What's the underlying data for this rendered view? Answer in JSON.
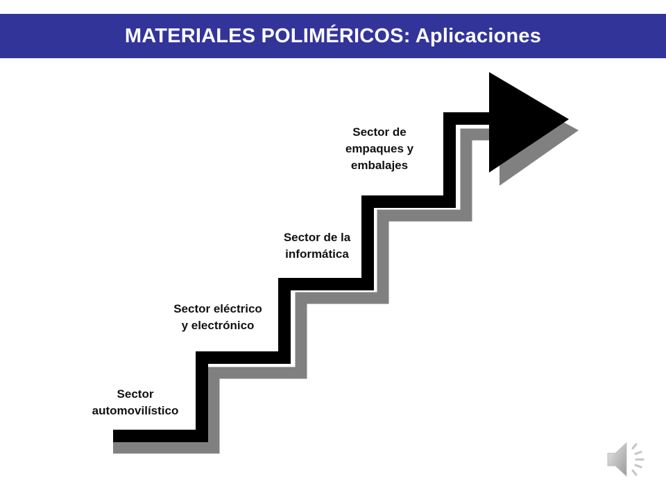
{
  "slide": {
    "title": "MATERIALES POLIMÉRICOS: Aplicaciones",
    "colors": {
      "title_bar": "#33349a",
      "staircase": "#000000",
      "shadow": "#808080",
      "text": "#111111"
    }
  },
  "diagram": {
    "type": "staircase-arrow",
    "steps": [
      {
        "label": "Sector\nautomovilístico"
      },
      {
        "label": "Sector eléctrico\ny electrónico"
      },
      {
        "label": "Sector de la\ninformática"
      },
      {
        "label": "Sector de\nempaques y\nembalajes"
      }
    ]
  },
  "icons": {
    "audio": "speaker-icon"
  }
}
